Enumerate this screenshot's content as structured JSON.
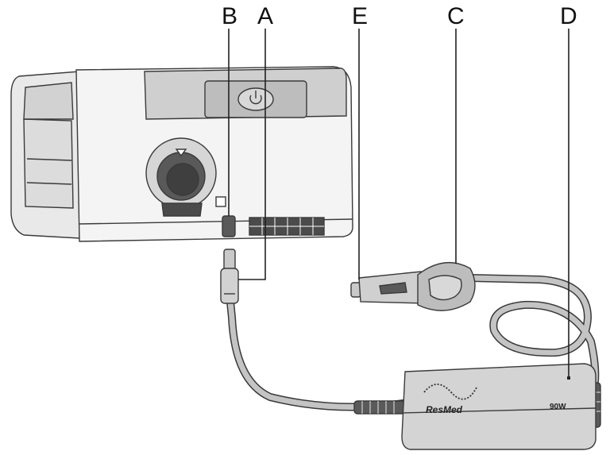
{
  "callouts": [
    {
      "letter": "B",
      "part": "power-socket"
    },
    {
      "letter": "A",
      "part": "dc-plug"
    },
    {
      "letter": "E",
      "part": "cigarette-lighter-plug"
    },
    {
      "letter": "C",
      "part": "in-line-fuse-housing"
    },
    {
      "letter": "D",
      "part": "power-indicator-led"
    }
  ],
  "adapter": {
    "brand": "ResMed",
    "rating": "90W"
  },
  "icons": [
    "power-button-icon",
    "power-socket-icon",
    "resmed-logo-icon"
  ],
  "colors": {
    "outline": "#3a3a3a",
    "body_light": "#f4f4f4",
    "panel_grey": "#cfcfcf",
    "adapter_grey": "#d4d4d4",
    "cable_grey": "#bdbdbd",
    "dark_part": "#5a5a5a"
  }
}
